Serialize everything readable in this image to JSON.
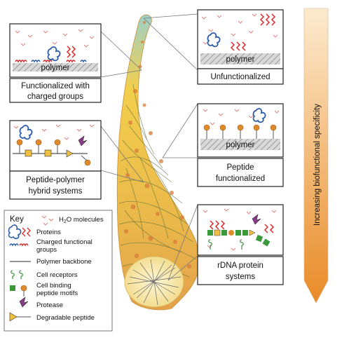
{
  "panels": {
    "charged": {
      "polymer_label": "polymer",
      "caption_line1": "Functionalized with",
      "caption_line2": "charged groups"
    },
    "unfunctionalized": {
      "polymer_label": "polymer",
      "caption_line1": "Unfunctionalized"
    },
    "peptide_functionalized": {
      "polymer_label": "polymer",
      "caption_line1": "Peptide",
      "caption_line2": "functionalized"
    },
    "hybrid": {
      "caption_line1": "Peptide-polymer",
      "caption_line2": "hybrid systems"
    },
    "rdna": {
      "caption_line1": "rDNA protein",
      "caption_line2": "systems"
    }
  },
  "key": {
    "title": "Key",
    "items": [
      {
        "icon": "h2o-molecules-icon",
        "label_pre": "H",
        "label_sub": "2",
        "label_post": "O molecules"
      },
      {
        "icon": "proteins-icon",
        "label": "Proteins"
      },
      {
        "icon": "charged-groups-icon",
        "label_line1": "Charged functional",
        "label_line2": "groups"
      },
      {
        "icon": "polymer-backbone-icon",
        "label": "Polymer backbone"
      },
      {
        "icon": "cell-receptors-icon",
        "label": "Cell receptors"
      },
      {
        "icon": "cell-binding-motifs-icon",
        "label_line1": "Cell binding",
        "label_line2": "peptide motifs"
      },
      {
        "icon": "protease-icon",
        "label": "Protease"
      },
      {
        "icon": "degradable-peptide-icon",
        "label": "Degradable peptide"
      }
    ]
  },
  "arrow": {
    "label": "Increasing biofunctional specificity"
  },
  "colors": {
    "fiber_yellow": "#f3cf4d",
    "fiber_orange": "#e3a14a",
    "fiber_teal": "#4fa8a3",
    "arrow_top": "#fde7c6",
    "arrow_bottom": "#e98b27",
    "polymer_gray": "#cfcfcf",
    "protein_blue": "#2a5aa8",
    "charged_red": "#d62a2a",
    "motif_orange": "#e08a2a",
    "receptor_green": "#3a8f3a"
  }
}
